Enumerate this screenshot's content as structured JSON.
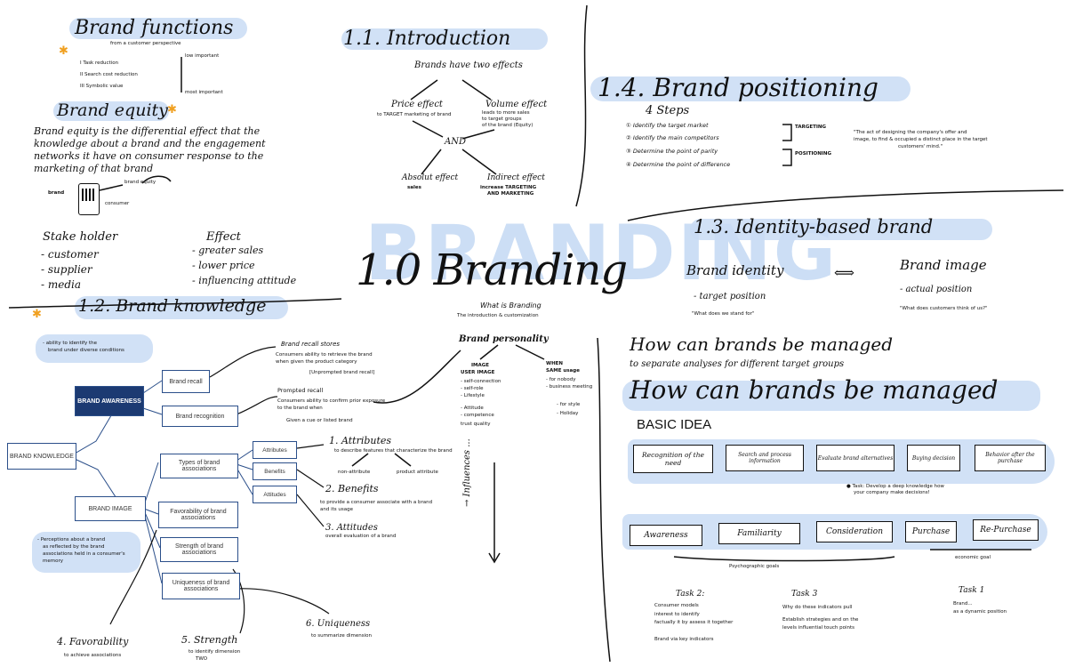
{
  "background_word": "BRANDING",
  "center": {
    "title": "1.0 Branding",
    "sub1": "What is Branding",
    "sub2": "The introduction & customization"
  },
  "brand_functions": {
    "title": "Brand functions",
    "subtitle": "from a customer perspective",
    "items": [
      "I  Task reduction",
      "II  Search cost reduction",
      "III  Symbolic value"
    ],
    "side_top": "low important",
    "side_bottom": "most important"
  },
  "brand_equity": {
    "title": "Brand equity",
    "definition": [
      "Brand equity is the differential effect that the",
      "knowledge about a brand and the engagement",
      "networks it have on consumer response to the",
      "marketing of that brand"
    ],
    "sketch_label_left": "brand",
    "sketch_label_right": "consumer",
    "sketch_label_top": "brand equity"
  },
  "stakeholders": {
    "title": "Stake holder",
    "items": [
      "- customer",
      "- supplier",
      "- media"
    ],
    "effect_title": "Effect",
    "effects": [
      "- greater sales",
      "- lower price",
      "- influencing attitude"
    ]
  },
  "introduction": {
    "title": "1.1. Introduction",
    "subtitle": "Brands have two effects",
    "price_effect": "Price effect",
    "price_effect_sub": "to TARGET marketing of brand",
    "volume_effect": "Volume effect",
    "volume_effect_sub": [
      "leads to more sales",
      "to target groups",
      "of the brand (Equity)"
    ],
    "and": "AND",
    "left_bottom": "Absolut effect",
    "left_bottom2": "sales",
    "right_bottom": "Indirect effect",
    "right_bottom2": [
      "increase TARGETING",
      "AND MARKETING"
    ]
  },
  "positioning": {
    "title": "1.4. Brand positioning",
    "steps_title": "4 Steps",
    "steps": [
      "① Identify the target market",
      "② Identify the main competitors",
      "③ Determine the point of parity",
      "④ Determine the point of difference"
    ],
    "tag_targeting": "TARGETING",
    "tag_positioning": "POSITIONING",
    "quote": [
      "\"The act of designing the company's offer and",
      "image, to find & occupied a distinct place in the target",
      "customers' mind.\""
    ]
  },
  "identity": {
    "title": "1.3. Identity-based brand",
    "left_title": "Brand identity",
    "left_sub": "- target position",
    "left_q": "\"What does we stand for\"",
    "arrow": "⟺",
    "right_title": "Brand image",
    "right_sub": "- actual position",
    "right_q": "\"What does customers think of us?\""
  },
  "managed": {
    "q1": "How can brands be managed",
    "q1_sub": "to separate analyses for different target groups",
    "q2": "How can brands be managed",
    "basic_idea": "BASIC IDEA",
    "funnel_top": [
      "Recognition of the need",
      "Search and process information",
      "Evaluate brand alternatives",
      "Buying decision",
      "Behavior after the purchase"
    ],
    "task_note": [
      "● Task: Develop a deep knowledge how",
      "your company make decisions!"
    ],
    "funnel_bottom": [
      "Awareness",
      "Familiarity",
      "Consideration",
      "Purchase",
      "Re-Purchase"
    ],
    "psych_goal": "Psychographic goals",
    "econ_goal": "economic goal",
    "task2_title": "Task 2:",
    "task2": [
      "Consumer models",
      "interest to identify",
      "factually it by assess it together",
      "",
      "Brand via key indicators"
    ],
    "task3_title": "Task 3",
    "task3": [
      "Why do these indicators pull",
      "Establish strategies and on the",
      "levels influential touch points"
    ],
    "task1_title": "Task 1",
    "task1": [
      "Brand...",
      "as a dynamic position"
    ]
  },
  "knowledge": {
    "title": "1.2. Brand knowledge",
    "awareness_note": [
      "- ability to identify the",
      "brand under diverse conditions"
    ],
    "image_note": [
      "- Perceptions about a brand",
      "as reflected by the brand",
      "associations held in a consumer's",
      "memory"
    ],
    "boxes": {
      "brand_knowledge": "BRAND KNOWLEDGE",
      "brand_awareness": "BRAND AWARENESS",
      "brand_image": "BRAND IMAGE",
      "brand_recall": "Brand recall",
      "brand_recognition": "Brand recognition",
      "types": "Types of brand associations",
      "favorability": "Favorability of brand associations",
      "strength": "Strength of brand associations",
      "uniqueness": "Uniqueness of brand associations",
      "attributes": "Attributes",
      "benefits": "Benefits",
      "attitudes": "Attitudes"
    },
    "recall_note": [
      "Brand recall stores",
      "Consumers ability to retrieve the brand",
      "when given the product category",
      "[Unprompted brand recall]"
    ],
    "recog_note": [
      "Prompted recall",
      "Consumers ability to confirm prior exposure",
      "to the brand when",
      "Given a cue or listed brand"
    ],
    "attr_title": "1. Attributes",
    "attr_sub": "to describe features that characterize the brand",
    "attr_left": "non-attribute",
    "attr_right": "product attribute",
    "ben_title": "2. Benefits",
    "ben_sub": [
      "to provide a consumer associate with a brand",
      "and its usage"
    ],
    "att_title": "3. Attitudes",
    "att_sub": "overall evaluation of a brand",
    "fav_title": "4. Favorability",
    "fav_sub": "to achieve associations",
    "str_title": "5. Strength",
    "str_sub": [
      "to identify dimension",
      "TWO"
    ],
    "uniq_title": "6. Uniqueness",
    "uniq_sub": "to summarize dimension",
    "personality_title": "Brand personality",
    "personality_left": [
      "IMAGE",
      "USER IMAGE",
      "- self-connection",
      "- self-role",
      "- Lifestyle",
      "- Attitude",
      "- competence",
      "trust quality"
    ],
    "personality_right": [
      "WHEN",
      "SAME usage",
      "- for nobody",
      "- business meeting",
      "",
      "- for style",
      "- Holiday"
    ],
    "influences": "→ Influences ..."
  }
}
